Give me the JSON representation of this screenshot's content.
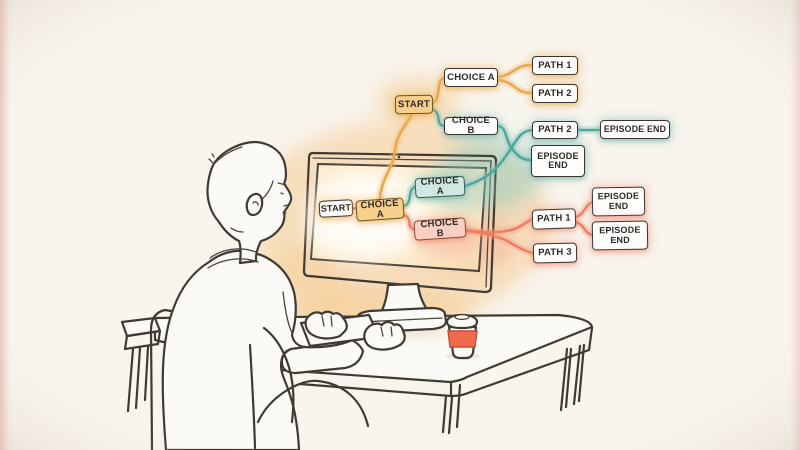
{
  "background": {
    "color": "#f8f4ee"
  },
  "scene": {
    "elements": [
      "person-at-desk",
      "office-chair",
      "desk",
      "computer-monitor",
      "keyboard",
      "coffee-cup"
    ]
  },
  "diagram": {
    "branch_colors": {
      "orange": "#e9a84e",
      "teal": "#4fa89c",
      "salmon": "#ee7e60"
    },
    "nodes": [
      {
        "id": "start",
        "label": "START",
        "variant": "amber",
        "cluster": "top"
      },
      {
        "id": "choice-a",
        "label": "CHOICE A",
        "variant": "plain",
        "glow": "orange",
        "cluster": "top"
      },
      {
        "id": "path-1",
        "label": "PATH 1",
        "variant": "plain",
        "glow": "orange",
        "cluster": "top"
      },
      {
        "id": "path-2",
        "label": "PATH 2",
        "variant": "plain",
        "glow": "orange",
        "cluster": "top"
      },
      {
        "id": "choice-b",
        "label": "CHOICE B",
        "variant": "plain",
        "glow": "teal",
        "cluster": "top"
      },
      {
        "id": "path-2b",
        "label": "PATH 2",
        "variant": "plain",
        "glow": "teal",
        "cluster": "top"
      },
      {
        "id": "episode-end-1",
        "label": "EPISODE END",
        "variant": "plain",
        "glow": "teal",
        "cluster": "top"
      },
      {
        "id": "episode-end-2",
        "label": "EPISODE END",
        "variant": "plain",
        "glow": "teal",
        "cluster": "top"
      },
      {
        "id": "start-screen",
        "label": "START",
        "variant": "plain",
        "glow": "orange",
        "cluster": "screen"
      },
      {
        "id": "choice-a-screen",
        "label": "CHOICE A",
        "variant": "amber",
        "cluster": "screen"
      },
      {
        "id": "choice-a2-screen",
        "label": "CHOICE A",
        "variant": "teal",
        "cluster": "screen"
      },
      {
        "id": "choice-b-screen",
        "label": "CHOICE B",
        "variant": "salmon",
        "cluster": "screen"
      },
      {
        "id": "path-1r",
        "label": "PATH 1",
        "variant": "plain",
        "glow": "salmon",
        "cluster": "right"
      },
      {
        "id": "path-3",
        "label": "PATH 3",
        "variant": "plain",
        "glow": "salmon",
        "cluster": "right"
      },
      {
        "id": "episode-end-3",
        "label": "EPISODE END",
        "variant": "plain",
        "glow": "salmon",
        "cluster": "right"
      },
      {
        "id": "episode-end-4",
        "label": "EPISODE END",
        "variant": "plain",
        "glow": "salmon",
        "cluster": "right"
      }
    ],
    "edges": [
      {
        "from": "start",
        "to": "choice-a",
        "color": "orange"
      },
      {
        "from": "choice-a",
        "to": "path-1",
        "color": "orange"
      },
      {
        "from": "choice-a",
        "to": "path-2",
        "color": "orange"
      },
      {
        "from": "start",
        "to": "choice-b",
        "color": "teal"
      },
      {
        "from": "choice-b",
        "to": "episode-end-2",
        "color": "teal"
      },
      {
        "from": "path-2b",
        "to": "episode-end-1",
        "color": "teal"
      },
      {
        "from": "start",
        "to": "choice-a-screen",
        "color": "orange"
      },
      {
        "from": "start-screen",
        "to": "choice-a-screen",
        "color": "ink"
      },
      {
        "from": "choice-a-screen",
        "to": "choice-a2-screen",
        "color": "teal"
      },
      {
        "from": "choice-a-screen",
        "to": "choice-b-screen",
        "color": "salmon"
      },
      {
        "from": "choice-a2-screen",
        "to": "path-2b",
        "color": "teal"
      },
      {
        "from": "choice-b-screen",
        "to": "path-1r",
        "color": "salmon"
      },
      {
        "from": "choice-b-screen",
        "to": "path-3",
        "color": "salmon"
      },
      {
        "from": "path-1r",
        "to": "episode-end-3",
        "color": "salmon"
      },
      {
        "from": "path-1r",
        "to": "episode-end-4",
        "color": "salmon"
      }
    ]
  }
}
